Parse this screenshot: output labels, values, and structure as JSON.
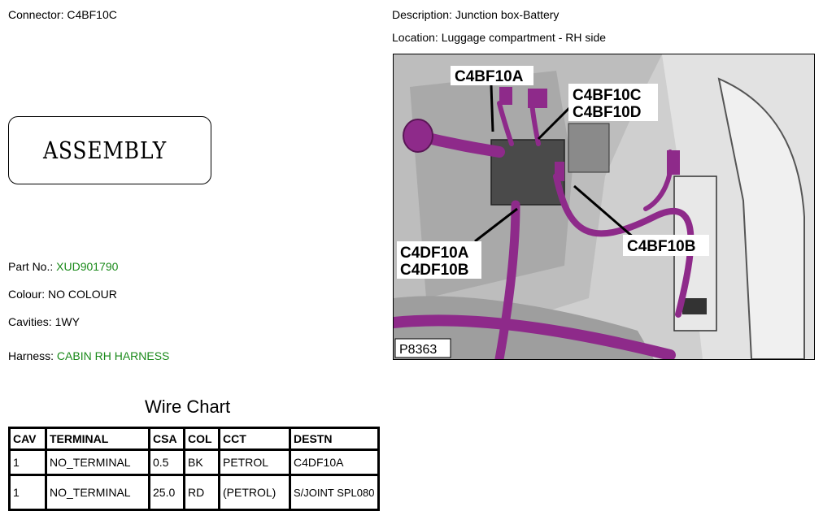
{
  "connector": {
    "label": "Connector:",
    "value": "C4BF10C"
  },
  "description": {
    "label": "Description:",
    "value": "Junction box-Battery"
  },
  "location": {
    "label": "Location:",
    "value": "Luggage compartment - RH side"
  },
  "assembly_label": "ASSEMBLY",
  "part_no": {
    "label": "Part No.:",
    "value": "XUD901790"
  },
  "colour": {
    "label": "Colour:",
    "value": "NO COLOUR"
  },
  "cavities": {
    "label": "Cavities:",
    "value": "1WY"
  },
  "harness": {
    "label": "Harness:",
    "value": "CABIN RH HARNESS"
  },
  "wire_chart": {
    "title": "Wire Chart",
    "headers": [
      "CAV",
      "TERMINAL",
      "CSA",
      "COL",
      "CCT",
      "DESTN"
    ],
    "rows": [
      [
        "1",
        "NO_TERMINAL",
        "0.5",
        "BK",
        "PETROL",
        "C4DF10A"
      ],
      [
        "1",
        "NO_TERMINAL",
        "25.0",
        "RD",
        "(PETROL)",
        "S/JOINT SPL080"
      ]
    ]
  },
  "illustration": {
    "callouts": [
      "C4BF10A",
      "C4BF10C",
      "C4BF10D",
      "C4BF10B",
      "C4DF10A",
      "C4DF10B"
    ],
    "ref": "P8363",
    "colors": {
      "harness": "#8e2a8a",
      "background": "#d4d4d4",
      "panel": "#ececec",
      "dark": "#4a4a4a"
    }
  }
}
